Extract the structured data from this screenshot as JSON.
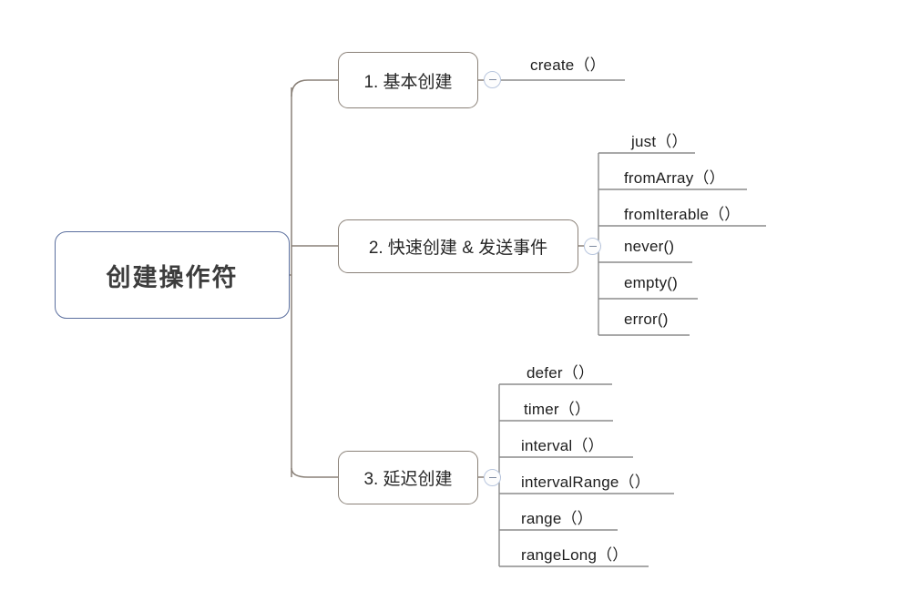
{
  "diagram": {
    "type": "mindmap",
    "title": "创建操作符",
    "background": "#ffffff",
    "root": {
      "label": "创建操作符",
      "border_color": "#5b6f9e",
      "text_color": "#3d3d3d"
    },
    "branch_border_color": "#8a8178",
    "connector_color": "#8a8178",
    "leaf_rule_color": "#8c8c8c",
    "toggle": {
      "icon": "minus-circle-icon",
      "border_color": "#b8c6de",
      "glyph": "−"
    },
    "branches": [
      {
        "id": "basic",
        "label": "1. 基本创建",
        "toggle_state": "expanded",
        "leaves": [
          {
            "label": "create（）"
          }
        ]
      },
      {
        "id": "fast-create-emit",
        "label": "2. 快速创建 & 发送事件",
        "toggle_state": "expanded",
        "leaves": [
          {
            "label": "just（）"
          },
          {
            "label": "fromArray（）"
          },
          {
            "label": "fromIterable（）"
          },
          {
            "label": "never()"
          },
          {
            "label": "empty()"
          },
          {
            "label": "error()"
          }
        ]
      },
      {
        "id": "deferred-create",
        "label": "3. 延迟创建",
        "toggle_state": "expanded",
        "leaves": [
          {
            "label": "defer（）"
          },
          {
            "label": "timer（）"
          },
          {
            "label": "interval（）"
          },
          {
            "label": "intervalRange（）"
          },
          {
            "label": "range（）"
          },
          {
            "label": "rangeLong（）"
          }
        ]
      }
    ]
  }
}
